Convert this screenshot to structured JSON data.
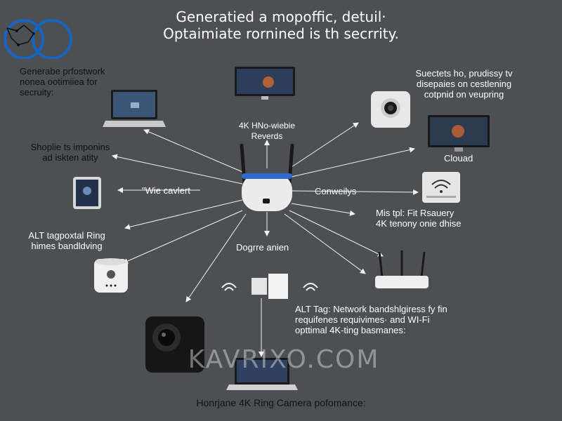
{
  "title": {
    "line1": "Generatied a mopoffic, detuil·",
    "line2": "Optaimiate rornined is th secrrity."
  },
  "labels": {
    "top_left": [
      "Generabe prfostwork",
      "nonea ootimiiea for",
      "secruity:"
    ],
    "mid_left": [
      "Shoplie ts imponins",
      "ad iskten atity"
    ],
    "wie": "\"Wie cavlert",
    "alt_left": [
      "ALT tagpoxtal Ring",
      "himes bandldving"
    ],
    "router_top": [
      "4K HNo-wiebie",
      "Reverds"
    ],
    "router_bottom": "Dogrre anien",
    "top_right": [
      "Suectets ho, prudissy tv",
      "disepaies on cestlening",
      "cotpnid on veupring"
    ],
    "cloud": "Clouad",
    "conweilys": "Conweilys",
    "mid_right": [
      "Mis tpl: Fit Rsauery",
      "4K tenony onie dhise"
    ],
    "alt_bottom": [
      "ALT Tag: Network bandshlgiress fy fin",
      "requifenes requivimes· and WI-Fi",
      "opttimal 4K-ting basmanes:"
    ]
  },
  "watermark": "KAVRIXO.COM",
  "caption": "Honrjane 4K Ring Camera pofomance:",
  "colors": {
    "background": "#4d4f52",
    "text": "#ffffff",
    "caption": "#111111",
    "logo": "#1565c0",
    "arrows": "#f2f2f2"
  },
  "devices": [
    {
      "name": "monitor-icon"
    },
    {
      "name": "laptop-icon"
    },
    {
      "name": "security-camera-icon"
    },
    {
      "name": "desktop-monitor-icon"
    },
    {
      "name": "tablet-icon"
    },
    {
      "name": "wifi-router-icon"
    },
    {
      "name": "wifi-access-point-icon"
    },
    {
      "name": "smart-speaker-icon"
    },
    {
      "name": "dual-router-icon"
    },
    {
      "name": "black-camera-icon"
    },
    {
      "name": "bottom-laptop-icon"
    },
    {
      "name": "smart-plug-icon"
    }
  ]
}
